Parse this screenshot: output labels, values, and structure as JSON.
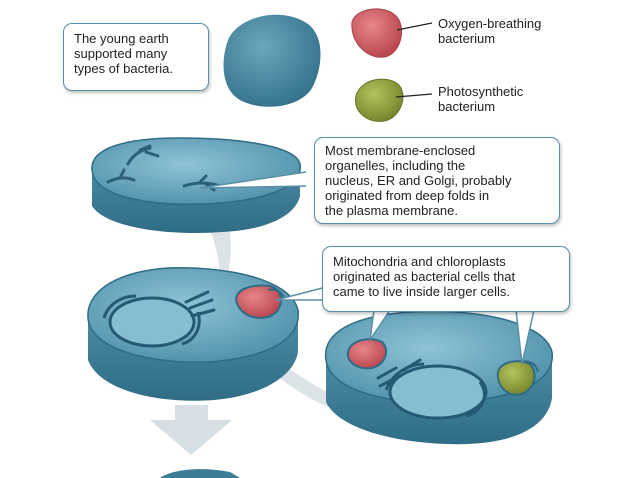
{
  "callouts": {
    "young_earth": [
      "The young earth",
      "supported many",
      "types of bacteria."
    ],
    "organelles": [
      "Most membrane-enclosed",
      "organelles, including the",
      "nucleus, ER and Golgi, probably",
      "originated from deep folds in",
      "the plasma membrane."
    ],
    "endosymbiosis": [
      "Mitochondria and chloroplasts",
      "originated as bacterial cells that",
      "came to live inside larger cells."
    ]
  },
  "legend": {
    "oxygen_breathing": [
      "Oxygen-breathing",
      "bacterium"
    ],
    "photosynthetic": [
      "Photosynthetic",
      "bacterium"
    ]
  },
  "colors": {
    "cell_top": "#5a9bb4",
    "cell_side": "#3d7d97",
    "cell_edge": "#2c6a84",
    "flow_arrow": "#d6dfe3",
    "oxygen_bacterium": "#c8575f",
    "photosynthetic_bacterium": "#8a9a3c",
    "callout_border": "#5b8fa8"
  }
}
